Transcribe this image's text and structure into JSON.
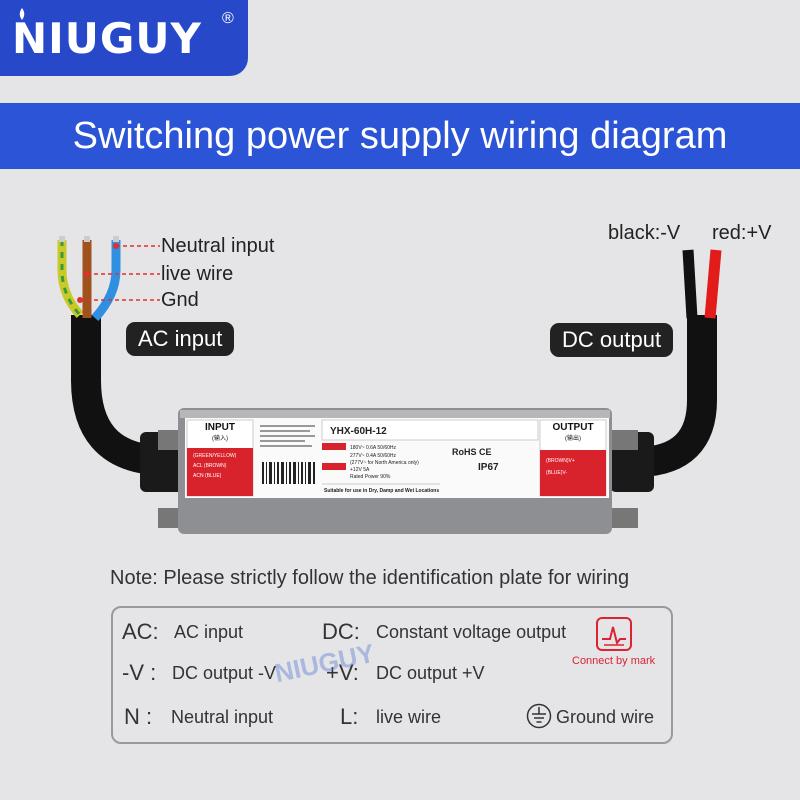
{
  "brand": {
    "name": "NIUGUY",
    "registered": "®"
  },
  "banner": {
    "title": "Switching power supply wiring diagram"
  },
  "wires": {
    "neutral_input": "Neutral input",
    "live_wire": "live wire",
    "gnd": "Gnd",
    "ac_input": "AC input",
    "dc_output": "DC output",
    "black_neg": "black:-V",
    "red_pos": "red:+V"
  },
  "device": {
    "input_title": "INPUT",
    "input_sub": "(输入)",
    "input_wires": [
      "(GREEN/YELLOW)",
      "ACL (BROWN)",
      "ACN (BLUE)"
    ],
    "model": "YHX-60H-12",
    "spec_lines": [
      "180V~  0.6A  50/60Hz",
      "277V~  0.4A  50/60Hz",
      "(277V~ for North America only)",
      "+12V   5A",
      "Rated Power 90%"
    ],
    "suitable": "Suitable for use in Dry, Damp and Wet Locations",
    "ip": "IP67",
    "cert": "RoHS CE",
    "output_title": "OUTPUT",
    "output_sub": "(输出)",
    "output_wires": [
      "(BROWN)V+",
      "(BLUE)V-"
    ]
  },
  "note": "Note: Please strictly follow the identification plate for wiring",
  "legend": {
    "ac_key": "AC:",
    "ac_text": "AC input",
    "dc_key": "DC:",
    "dc_text": "Constant voltage output",
    "mark_caption": "Connect by mark",
    "neg_key": "-V :",
    "neg_text": "DC output  -V",
    "pos_key": "+V:",
    "pos_text": "DC output +V",
    "n_key": "N :",
    "n_text": "Neutral input",
    "l_key": "L:",
    "l_text": "live wire",
    "ground_text": "Ground wire",
    "watermark": "NIUGUY"
  },
  "colors": {
    "brand_blue": "#2749c9",
    "banner_blue": "#2b54d6",
    "wire_yellow_green": "#c9c92a",
    "wire_brown": "#a0521d",
    "wire_blue": "#2f8fe0",
    "wire_red": "#e21b1b",
    "label_red": "#e03030"
  }
}
